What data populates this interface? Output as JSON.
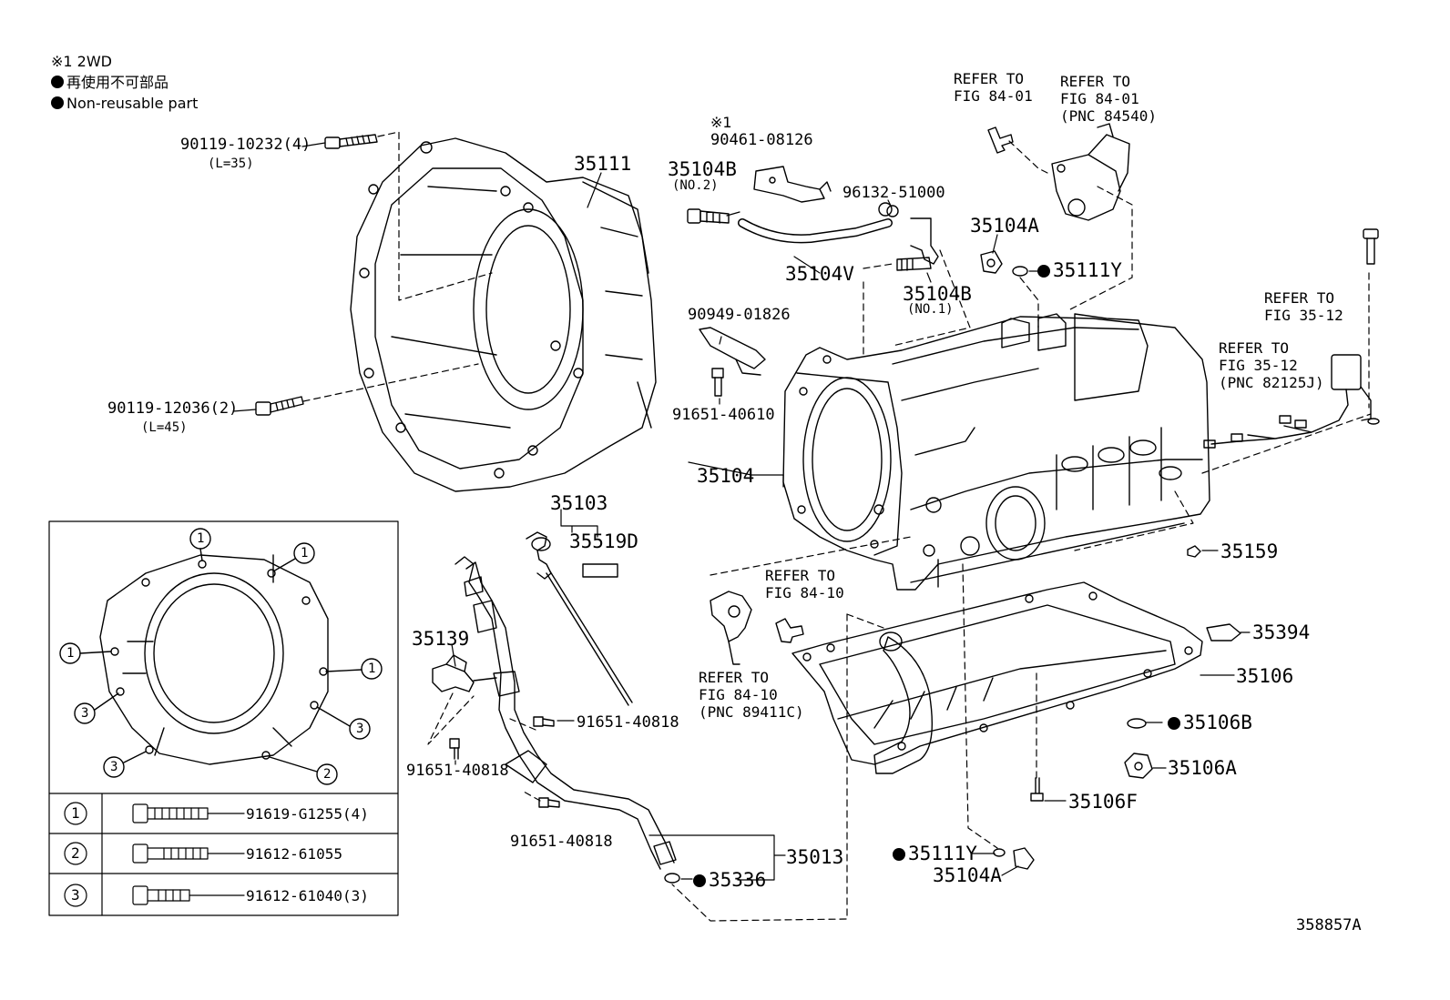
{
  "legend": {
    "note1": "※1 2WD",
    "nonreuse_jp": "再使用不可部品",
    "nonreuse_en": "Non-reusable part"
  },
  "labels": {
    "p90119_10232": "90119-10232(4)",
    "l35": "(L=35)",
    "p35111": "35111",
    "p90119_12036": "90119-12036(2)",
    "l45": "(L=45)",
    "p35104B_no2": "35104B",
    "no2": "(NO.2)",
    "note1_mark": "※1",
    "p90461": "90461-08126",
    "p96132": "96132-51000",
    "p35104V": "35104V",
    "p35104B_no1": "35104B",
    "no1": "(NO.1)",
    "p35104A_top": "35104A",
    "p35111Y_top": "35111Y",
    "p90949": "90949-01826",
    "p91651_40610": "91651-40610",
    "p35104": "35104",
    "p35103": "35103",
    "p35519D": "35519D",
    "p35139": "35139",
    "p91651_40818a": "91651-40818",
    "p91651_40818b": "91651-40818",
    "p91651_40818c": "91651-40818",
    "p35013": "35013",
    "p35336": "35336",
    "p35159": "35159",
    "p35394": "35394",
    "p35106": "35106",
    "p35106B": "35106B",
    "p35106A": "35106A",
    "p35106F": "35106F",
    "p35111Y_bot": "35111Y",
    "p35104A_bot": "35104A",
    "figure_id": "358857A"
  },
  "refs": {
    "r1": "REFER TO\nFIG 84-01",
    "r2": "REFER TO\nFIG 84-01\n(PNC 84540)",
    "r3": "REFER TO\nFIG 35-12",
    "r4": "REFER TO\nFIG 35-12\n(PNC 82125J)",
    "r5": "REFER TO\nFIG 84-10",
    "r6": "REFER TO\nFIG 84-10\n(PNC 89411C)"
  },
  "inset": {
    "callouts": [
      "1",
      "1",
      "1",
      "1",
      "2",
      "3",
      "3",
      "3"
    ],
    "rows": [
      {
        "key": "1",
        "part": "91619-G1255(4)"
      },
      {
        "key": "2",
        "part": "91612-61055"
      },
      {
        "key": "3",
        "part": "91612-61040(3)"
      }
    ]
  }
}
